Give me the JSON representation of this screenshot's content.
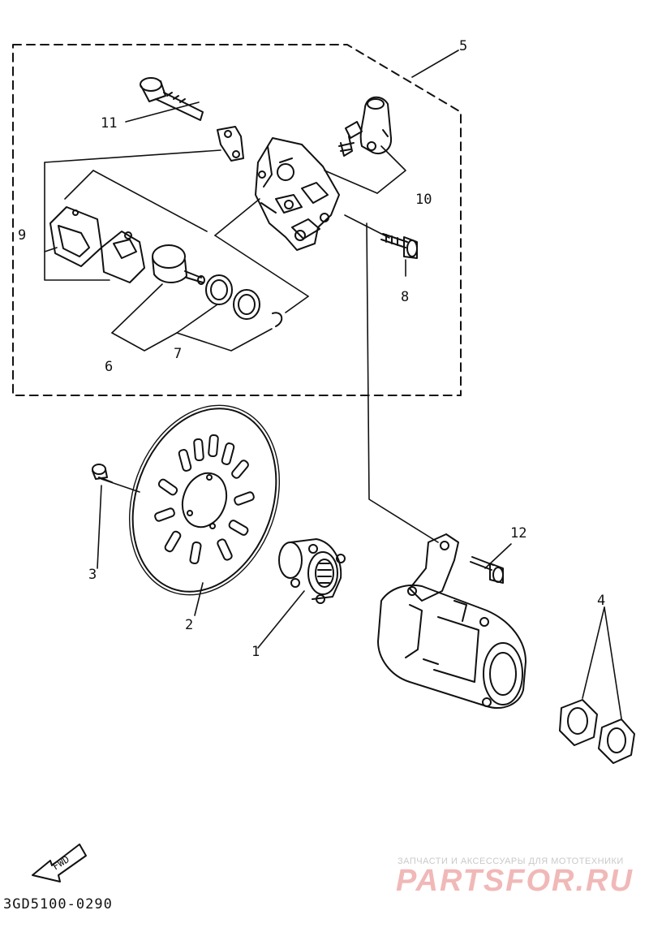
{
  "diagram_code": "3GD5100-0290",
  "fwd_label": "FWD",
  "watermark": {
    "tagline": "ЗАПЧАСТИ И АКСЕССУАРЫ ДЛЯ МОТОТЕХНИКИ",
    "brand": "PARTSFOR.RU"
  },
  "callouts": {
    "c1": "1",
    "c2": "2",
    "c3": "3",
    "c4": "4",
    "c5": "5",
    "c6": "6",
    "c7": "7",
    "c8": "8",
    "c9": "9",
    "c10": "10",
    "c11": "11",
    "c12": "12"
  },
  "colors": {
    "ink": "#111111",
    "watermark": "#f1b8b8"
  }
}
